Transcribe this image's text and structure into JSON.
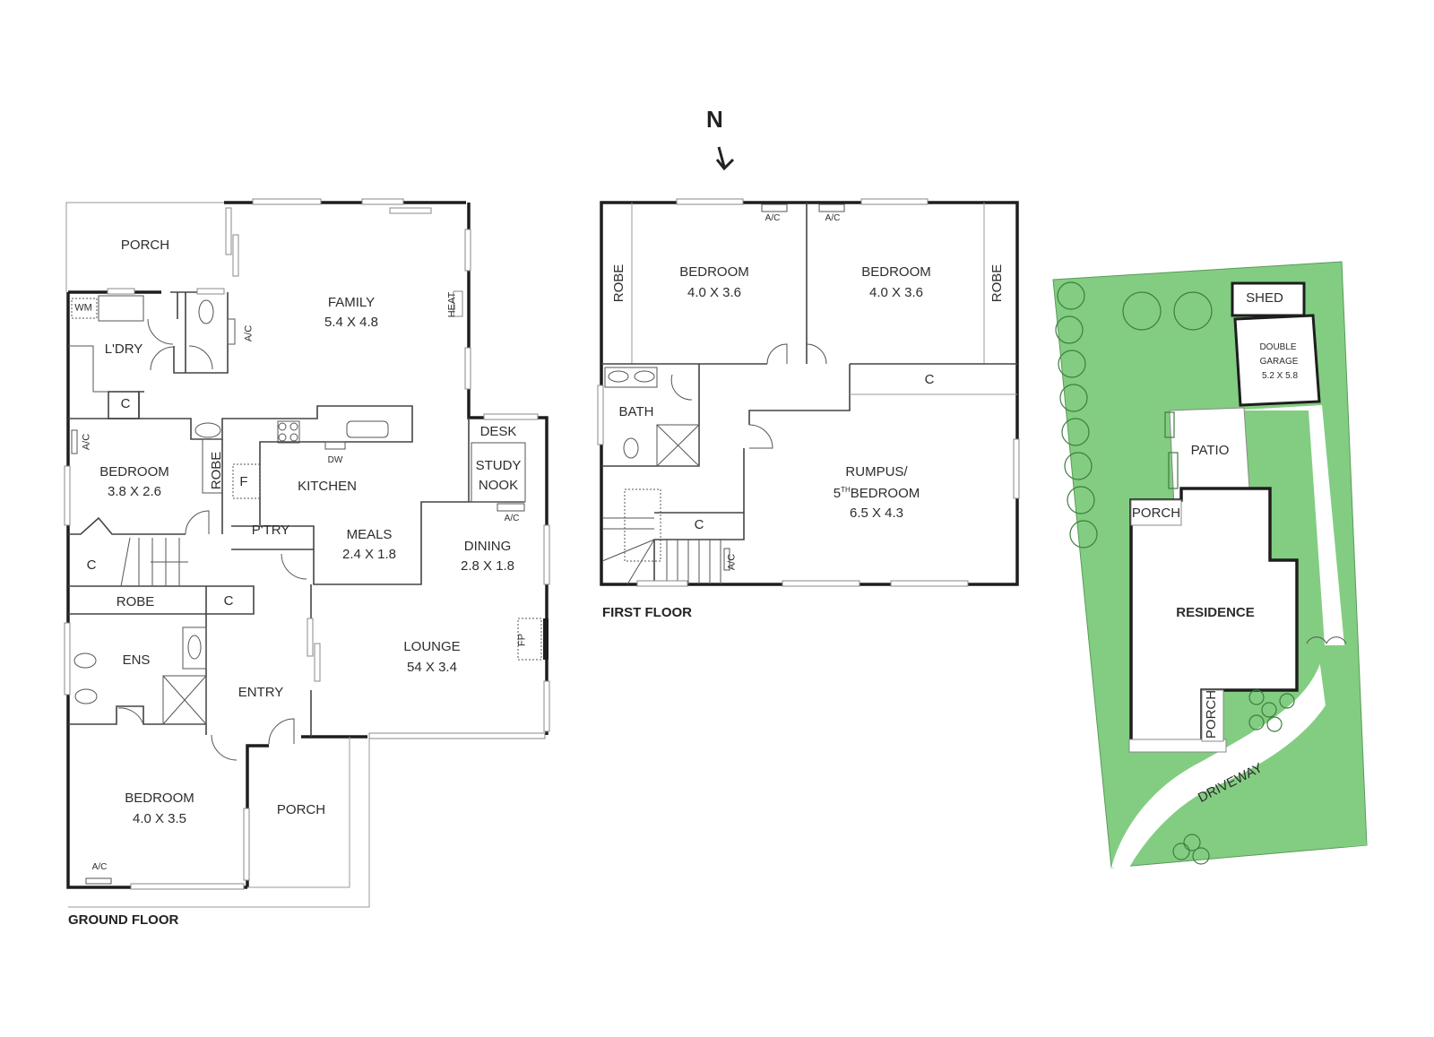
{
  "north_label": "N",
  "ground_floor": {
    "title": "GROUND FLOOR",
    "rooms": {
      "porch_rear": {
        "name": "PORCH"
      },
      "family": {
        "name": "FAMILY",
        "size": "5.4 X 4.8"
      },
      "laundry": {
        "name": "L'DRY"
      },
      "wm": {
        "name": "WM"
      },
      "laundry_cupboard": {
        "name": "C"
      },
      "bedroom_a": {
        "name": "BEDROOM",
        "size": "3.8 X 2.6"
      },
      "robe_a": {
        "name": "ROBE"
      },
      "fridge": {
        "name": "F"
      },
      "kitchen": {
        "name": "KITCHEN"
      },
      "dw": {
        "name": "DW"
      },
      "pantry": {
        "name": "P'TRY"
      },
      "meals": {
        "name": "MEALS",
        "size": "2.4 X 1.8"
      },
      "desk": {
        "name": "DESK"
      },
      "study_nook": {
        "name": "STUDY\nNOOK",
        "line1": "STUDY",
        "line2": "NOOK"
      },
      "dining": {
        "name": "DINING",
        "size": "2.8 X 1.8"
      },
      "stair_cupboard": {
        "name": "C"
      },
      "robe_b": {
        "name": "ROBE"
      },
      "hall_cupboard": {
        "name": "C"
      },
      "ensuite": {
        "name": "ENS"
      },
      "entry": {
        "name": "ENTRY"
      },
      "lounge": {
        "name": "LOUNGE",
        "size": "54 X 3.4"
      },
      "fireplace": {
        "name": "FP"
      },
      "bedroom_b": {
        "name": "BEDROOM",
        "size": "4.0 X 3.5"
      },
      "porch_front": {
        "name": "PORCH"
      }
    },
    "annotations": {
      "ac_family": "A/C",
      "heat": "HEAT",
      "ac_bedroom_a": "A/C",
      "ac_study": "A/C",
      "ac_bedroom_b": "A/C"
    }
  },
  "first_floor": {
    "title": "FIRST FLOOR",
    "rooms": {
      "robe_left": {
        "name": "ROBE"
      },
      "bedroom_a": {
        "name": "BEDROOM",
        "size": "4.0 X 3.6"
      },
      "bedroom_b": {
        "name": "BEDROOM",
        "size": "4.0 X 3.6"
      },
      "robe_right": {
        "name": "ROBE"
      },
      "bath": {
        "name": "BATH"
      },
      "linen_cupboard": {
        "name": "C"
      },
      "stair_cupboard": {
        "name": "C"
      },
      "rumpus": {
        "name": "RUMPUS/",
        "name2_prefix": "5",
        "name2_sup": "TH",
        "name2_rest": "BEDROOM",
        "size": "6.5 X 4.3"
      }
    },
    "annotations": {
      "ac_bed_a": "A/C",
      "ac_bed_b": "A/C",
      "ac_stair": "A/C"
    }
  },
  "site_plan": {
    "labels": {
      "shed": "SHED",
      "garage_line1": "DOUBLE",
      "garage_line2": "GARAGE",
      "garage_size": "5.2 X 5.8",
      "patio": "PATIO",
      "porch_side": "PORCH",
      "residence": "RESIDENCE",
      "porch_front": "PORCH",
      "driveway": "DRIVEWAY"
    },
    "colors": {
      "lawn": "#7fcc7f",
      "tree_outline": "#3e7d3e"
    }
  }
}
